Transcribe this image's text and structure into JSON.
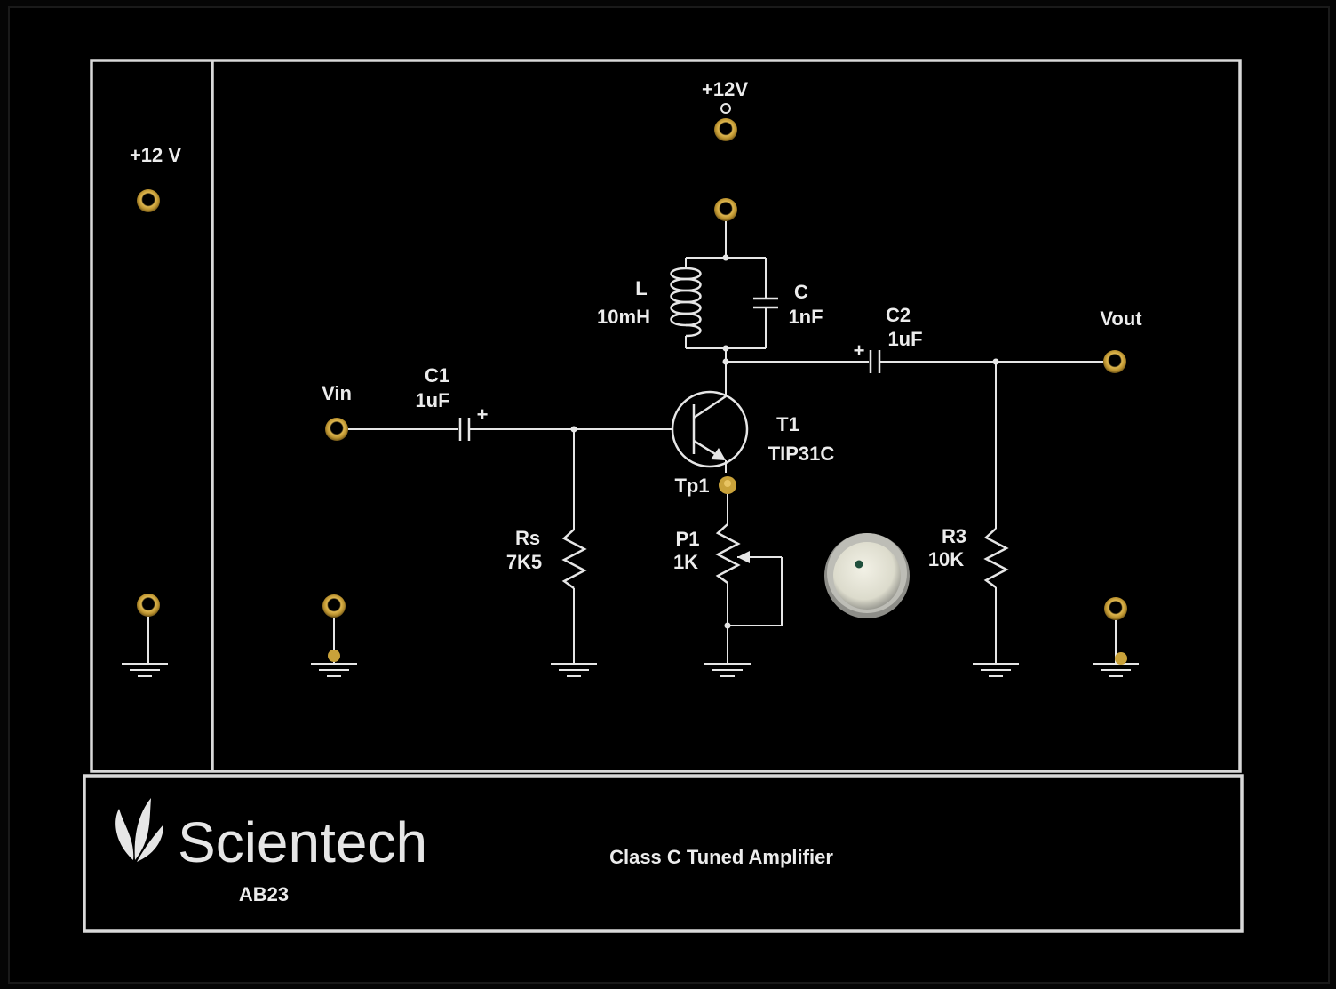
{
  "brand": {
    "name": "Scientech",
    "model": "AB23"
  },
  "board_title": "Class C Tuned Amplifier",
  "power_panel": {
    "supply_label": "+12 V"
  },
  "supply_label_main": "+12V",
  "input_label": "Vin",
  "output_label": "Vout",
  "testpoint_label": "Tp1",
  "components": {
    "C1": {
      "name": "C1",
      "value": "1uF"
    },
    "C2": {
      "name": "C2",
      "value": "1uF"
    },
    "L": {
      "name": "L",
      "value": "10mH"
    },
    "C": {
      "name": "C",
      "value": "1nF"
    },
    "T1": {
      "name": "T1",
      "value": "TIP31C"
    },
    "Rs": {
      "name": "Rs",
      "value": "7K5"
    },
    "P1": {
      "name": "P1",
      "value": "1K"
    },
    "R3": {
      "name": "R3",
      "value": "10K"
    }
  },
  "polarity_mark": "+",
  "colors": {
    "panel_bg": "#000000",
    "silkscreen": "#e6e6e6",
    "socket": "#c9a23a",
    "knob": "#e7e6da"
  }
}
